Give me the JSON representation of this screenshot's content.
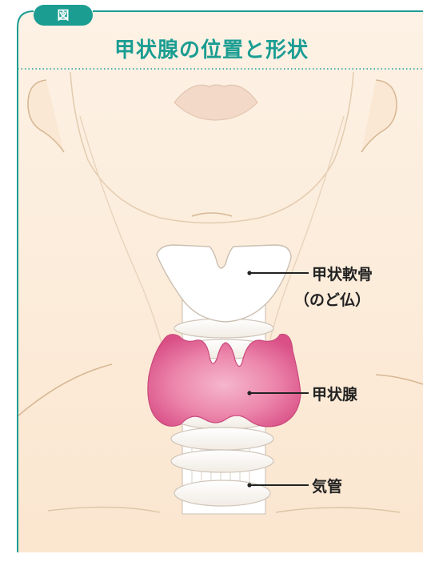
{
  "figure": {
    "tab_label": "図",
    "title": "甲状腺の位置と形状",
    "colors": {
      "accent": "#1b9d92",
      "skin": "#fbe9d6",
      "skin_line": "#d7b895",
      "thyroid": "#e8689a",
      "cartilage": "#ffffff",
      "label_text": "#222222"
    }
  },
  "labels": {
    "thyroid_cartilage_line1": "甲状軟骨",
    "thyroid_cartilage_line2": "（のど仏）",
    "thyroid_gland": "甲状腺",
    "trachea": "気管"
  }
}
